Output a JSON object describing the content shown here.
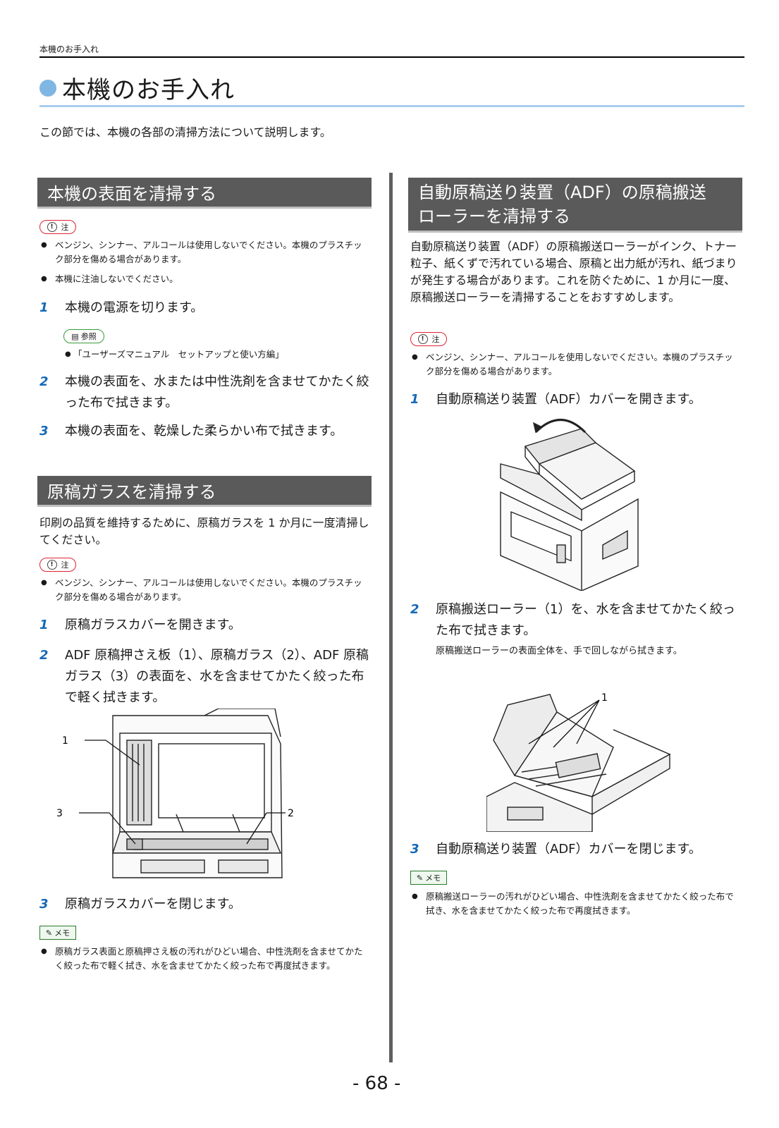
{
  "header": {
    "running_title": "本機のお手入れ"
  },
  "page_title": "本機のお手入れ",
  "intro": "この節では、本機の各部の清掃方法について説明します。",
  "badges": {
    "note": "注",
    "ref": "参照",
    "memo": "メモ"
  },
  "sec1": {
    "heading": "本機の表面を清掃する",
    "notes": [
      "ベンジン、シンナー、アルコールは使用しないでください。本機のプラスチック部分を傷める場合があります。",
      "本機に注油しないでください。"
    ],
    "step1_num": "1",
    "step1_text": "本機の電源を切ります。",
    "ref_item": "「ユーザーズマニュアル　セットアップと使い方編」",
    "step2_num": "2",
    "step2_text": "本機の表面を、水または中性洗剤を含ませてかたく絞った布で拭きます。",
    "step3_num": "3",
    "step3_text": "本機の表面を、乾燥した柔らかい布で拭きます。"
  },
  "sec2": {
    "heading": "原稿ガラスを清掃する",
    "intro": "印刷の品質を維持するために、原稿ガラスを 1 か月に一度清掃してください。",
    "note": "ベンジン、シンナー、アルコールは使用しないでください。本機のプラスチック部分を傷める場合があります。",
    "step1_num": "1",
    "step1_text": "原稿ガラスカバーを開きます。",
    "step2_num": "2",
    "step2_text": "ADF 原稿押さえ板（1）、原稿ガラス（2）、ADF 原稿ガラス（3）の表面を、水を含ませてかたく絞った布で軽く拭きます。",
    "callouts": [
      "1",
      "3",
      "2"
    ],
    "step3_num": "3",
    "step3_text": "原稿ガラスカバーを閉じます。",
    "memo": "原稿ガラス表面と原稿押さえ板の汚れがひどい場合、中性洗剤を含ませてかたく絞った布で軽く拭き、水を含ませてかたく絞った布で再度拭きます。"
  },
  "sec3": {
    "heading_line1": "自動原稿送り装置（ADF）の原稿搬送",
    "heading_line2": "ローラーを清掃する",
    "intro": "自動原稿送り装置（ADF）の原稿搬送ローラーがインク、トナー粒子、紙くずで汚れている場合、原稿と出力紙が汚れ、紙づまりが発生する場合があります。これを防ぐために、1 か月に一度、原稿搬送ローラーを清掃することをおすすめします。",
    "note": "ベンジン、シンナー、アルコールを使用しないでください。本機のプラスチック部分を傷める場合があります。",
    "step1_num": "1",
    "step1_text": "自動原稿送り装置（ADF）カバーを開きます。",
    "step2_num": "2",
    "step2_text": "原稿搬送ローラー（1）を、水を含ませてかたく絞った布で拭きます。",
    "step2_sub": "原稿搬送ローラーの表面全体を、手で回しながら拭きます。",
    "callout": "1",
    "step3_num": "3",
    "step3_text": "自動原稿送り装置（ADF）カバーを閉じます。",
    "memo": "原稿搬送ローラーの汚れがひどい場合、中性洗剤を含ませてかたく絞った布で拭き、水を含ませてかたく絞った布で再度拭きます。"
  },
  "page_number": "- 68 -"
}
